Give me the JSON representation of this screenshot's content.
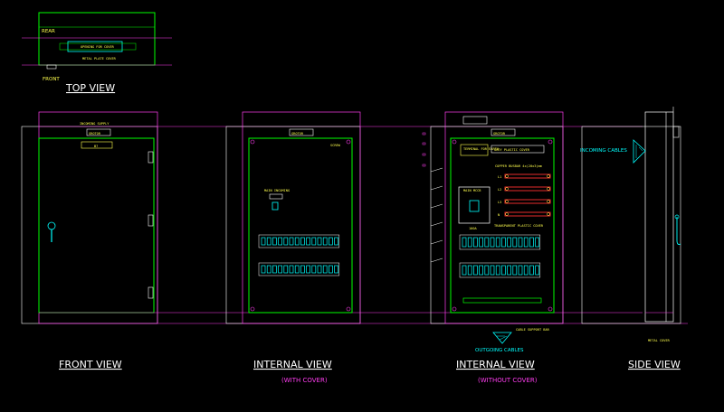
{
  "top_view": {
    "caption": "TOP VIEW",
    "rear_label": "REAR",
    "front_label": "FRONT",
    "opening_label": "OPENING FOR COVER",
    "metal_plate_label": "METAL PLATE COVER"
  },
  "front_view": {
    "caption": "FRONT VIEW",
    "incoming_supply_label": "INCOMING SUPPLY",
    "brand_plate": "GROTOR",
    "nameplate": "B7"
  },
  "internal_with_cover": {
    "caption": "INTERNAL VIEW",
    "subcaption": "(WITH COVER)",
    "brand_plate": "GROTOR",
    "screw_label": "SCREW",
    "main_incoming_label": "MAIN INCOMING"
  },
  "internal_without_cover": {
    "caption": "INTERNAL VIEW",
    "subcaption": "(WITHOUT COVER)",
    "brand_plate": "GROTOR",
    "terminal_label": "TERMINAL FOR EARTH",
    "grey_cover_label": "GREY PLASTIC COVER",
    "busbar_label": "COPPER BUSBAR 4x(20x3)mm",
    "main_mccb_label": "MAIN MCCB",
    "mccb_rating": "100A",
    "transparent_cover_label": "TRANSPARENT PLASTIC COVER",
    "cable_bar_label": "CABLE SUPPORT BAR",
    "outgoing_label": "OUTGOING CABLES",
    "phase_labels": [
      "L1",
      "L2",
      "L3",
      "N"
    ]
  },
  "side_view": {
    "caption": "SIDE VIEW",
    "incoming_label": "INCOMING CABLES",
    "metal_cover_label": "METAL COVER"
  },
  "colors": {
    "panel": "#00ff00",
    "frame": "#ff3df0",
    "line": "#ffffff",
    "text": "#ffff4d",
    "accent": "#00ffff",
    "busbar": "#ff3030"
  }
}
